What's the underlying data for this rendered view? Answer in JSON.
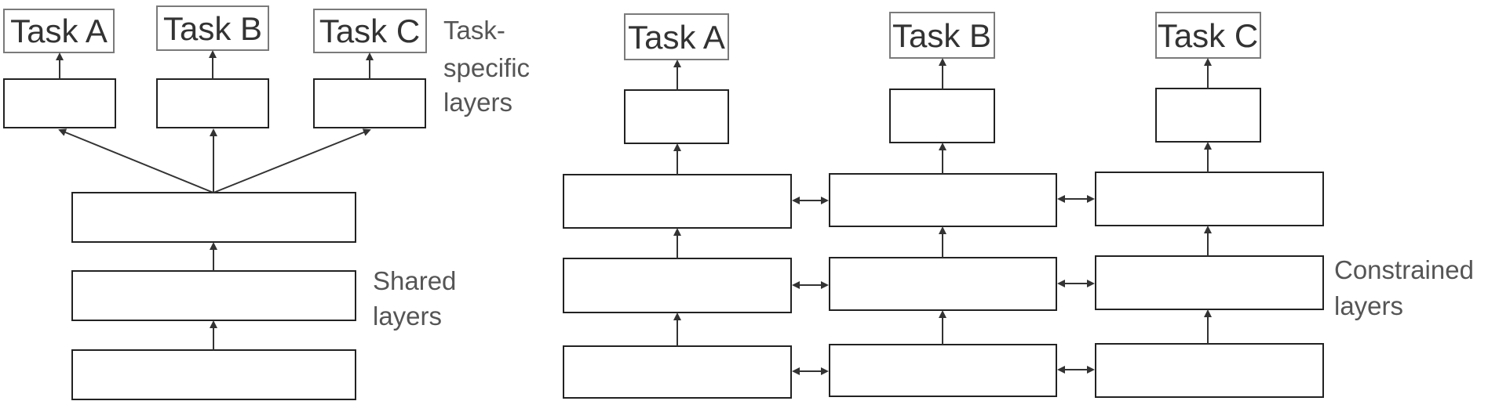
{
  "hard_sharing": {
    "tasks": [
      "Task A",
      "Task B",
      "Task C"
    ],
    "task_specific_label": [
      "Task-",
      "specific",
      "layers"
    ],
    "shared_label": [
      "Shared",
      "layers"
    ]
  },
  "soft_sharing": {
    "tasks": [
      "Task A",
      "Task B",
      "Task C"
    ],
    "constrained_label": [
      "Constrained",
      "layers"
    ]
  }
}
